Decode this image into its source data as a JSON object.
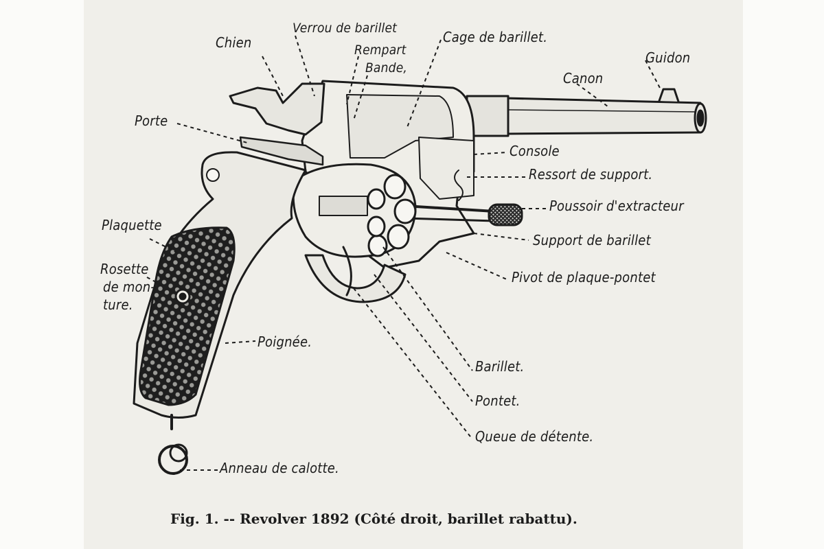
{
  "figure": {
    "labels": {
      "chien": "Chien",
      "verrou": "Verrou de barillet",
      "rempart": "Rempart",
      "bande": "Bande,",
      "cage": "Cage de barillet.",
      "guidon": "Guidon",
      "canon": "Canon",
      "porte": "Porte",
      "console": "Console",
      "ressort": "Ressort de support.",
      "poussoir": "Poussoir d'extracteur",
      "support": "Support de barillet",
      "pivot": "Pivot de plaque-pontet",
      "plaquette": "Plaquette",
      "rosette1": "Rosette",
      "rosette2": "de mon-",
      "rosette3": "ture.",
      "poignee": "Poignée.",
      "barillet": "Barillet.",
      "pontet": "Pontet.",
      "queue": "Queue de détente.",
      "anneau": "Anneau de calotte."
    },
    "caption": "Fig. 1. -- Revolver 1892 (Côté droit, barillet rabattu)."
  }
}
